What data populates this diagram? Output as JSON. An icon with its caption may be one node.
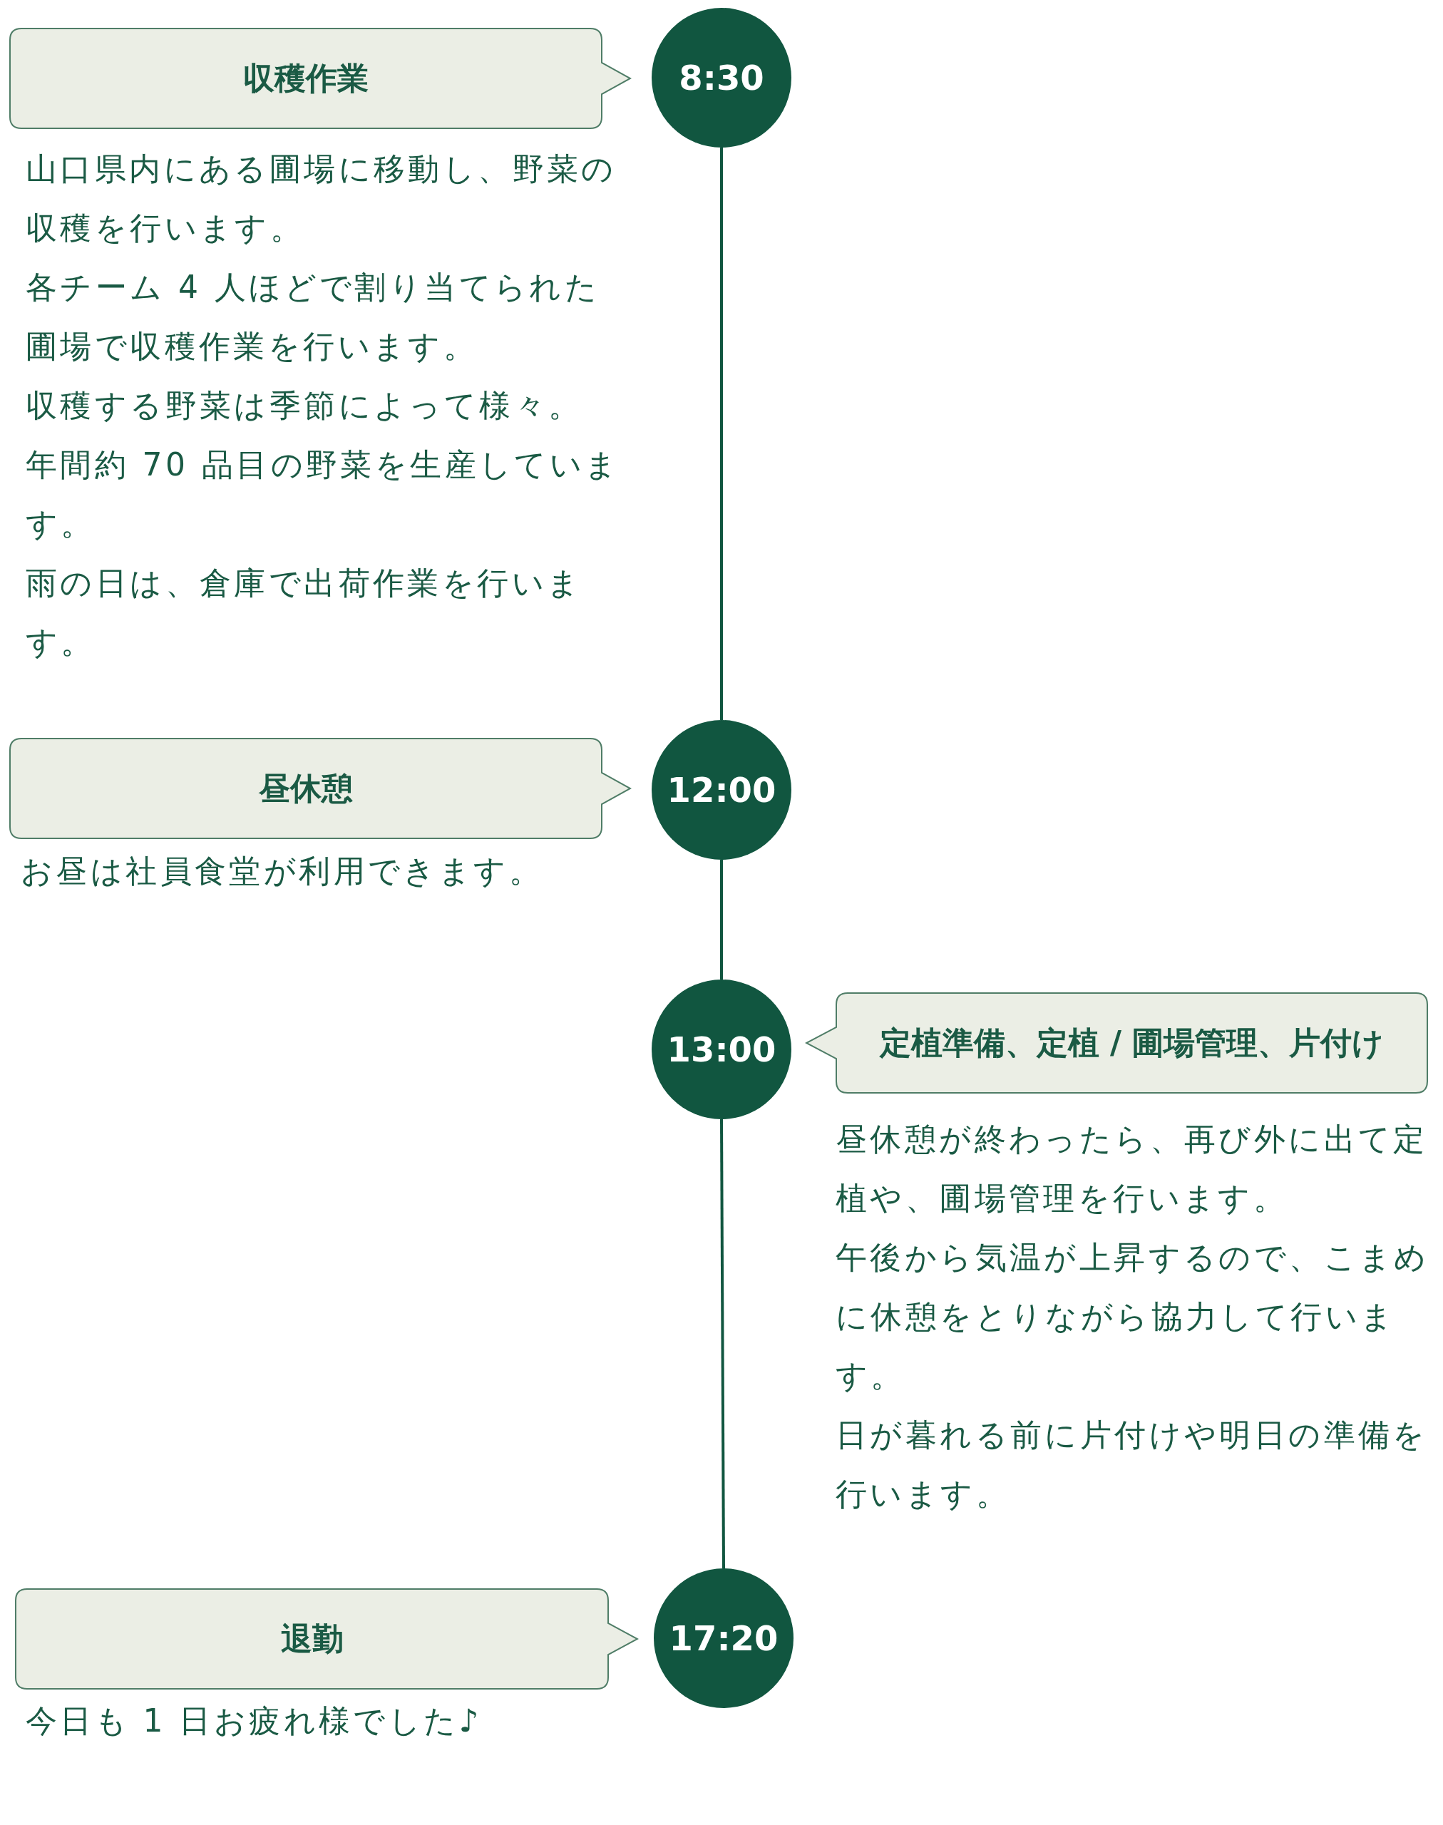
{
  "diagram": {
    "nodes": [
      {
        "text": [
          "8:30"
        ]
      },
      {
        "text": [
          "収穫作業"
        ],
        "beside": [
          "山口県内にある圃場に移動し、野菜の収穫を行います。",
          "各チーム 4 人ほどで割り当てられた圃場で収穫作業を行います。",
          "収穫する野菜は季節によって様々。",
          "年間約 70 品目の野菜を生産しています。",
          "雨の日は、倉庫で出荷作業を行います。"
        ]
      },
      {
        "text": [
          "12:00"
        ]
      },
      {
        "text": [
          "昼休憩"
        ],
        "beside": [
          "お昼は社員食堂が利用できます。"
        ]
      },
      {
        "text": [
          "13:00"
        ]
      },
      {
        "text": [
          "定植準備、定植 / 圃場管理、片付け"
        ],
        "beside": [
          "昼休憩が終わったら、再び外に出て定植や、圃場管理を行います。",
          "午後から気温が上昇するので、こまめに休憩をとりながら協力して行います。",
          "日が暮れる前に片付けや明日の準備を行います。"
        ]
      },
      {
        "text": [
          "17:20"
        ]
      },
      {
        "text": [
          "退勤"
        ],
        "beside": [
          "今日も 1 日お疲れ様でした♪"
        ]
      }
    ],
    "edges": [
      {
        "from": 0,
        "to": 2,
        "arrow": "none"
      },
      {
        "from": 2,
        "to": 4,
        "arrow": "none"
      },
      {
        "from": 4,
        "to": 6,
        "arrow": "none"
      }
    ]
  }
}
